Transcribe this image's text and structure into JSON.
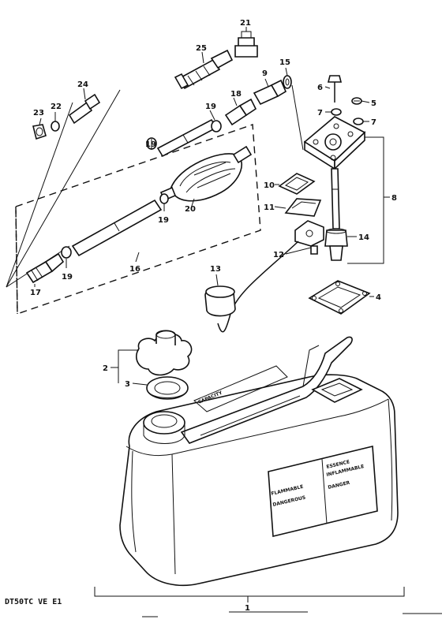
{
  "diagram": {
    "model_code": "DT50TC VE E1",
    "callouts": {
      "p1": "1",
      "p2": "2",
      "p3": "3",
      "p4": "4",
      "p5": "5",
      "p6": "6",
      "p7a": "7",
      "p7b": "7",
      "p8": "8",
      "p9": "9",
      "p10": "10",
      "p11": "11",
      "p12": "12",
      "p13": "13",
      "p14": "14",
      "p15": "15",
      "p16": "16",
      "p17": "17",
      "p18": "18",
      "p19a": "19",
      "p19b": "19",
      "p19c": "19",
      "p19d": "19",
      "p20": "20",
      "p21": "21",
      "p22": "22",
      "p23": "23",
      "p24": "24",
      "p25": "25"
    },
    "labels": {
      "flammable": "FLAMMABLE",
      "dangerous": "DANGEROUS",
      "essence": "ESSENCE",
      "inflammable": "INFLAMMABLE",
      "danger": "DANGER",
      "capacity": "CAPACITY"
    }
  }
}
